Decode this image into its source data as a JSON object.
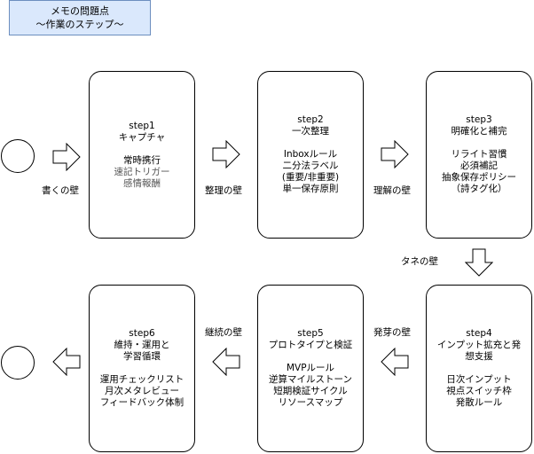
{
  "title": {
    "line1": "メモの問題点",
    "line2": "〜作業のステップ〜"
  },
  "steps": [
    {
      "heading": "step1",
      "subtitle": [
        "キャプチャ"
      ],
      "items": [
        "常時携行",
        "速記トリガー",
        "感情報酬"
      ]
    },
    {
      "heading": "step2",
      "subtitle": [
        "一次整理"
      ],
      "items": [
        "Inboxルール",
        "二分法ラベル",
        "(重要/非重要)",
        "単一保存原則"
      ]
    },
    {
      "heading": "step3",
      "subtitle": [
        "明確化と補完"
      ],
      "items": [
        "リライト習慣",
        "必須補記",
        "抽象保存ポリシー",
        "（詩タグ化）"
      ]
    },
    {
      "heading": "step4",
      "subtitle": [
        "インプット拡充と発",
        "想支援"
      ],
      "items": [
        "日次インプット",
        "視点スイッチ枠",
        "発散ルール"
      ]
    },
    {
      "heading": "step5",
      "subtitle": [
        "プロトタイプと検証"
      ],
      "items": [
        "MVPルール",
        "逆算マイルストーン",
        "短期検証サイクル",
        "リソースマップ"
      ]
    },
    {
      "heading": "step6",
      "subtitle": [
        "維持・運用と",
        "学習循環"
      ],
      "items": [
        "運用チェックリスト",
        "月次メタレビュー",
        "フィードバック体制"
      ]
    }
  ],
  "walls": [
    "書くの壁",
    "整理の壁",
    "理解の壁",
    "タネの壁",
    "発芽の壁",
    "継続の壁"
  ]
}
